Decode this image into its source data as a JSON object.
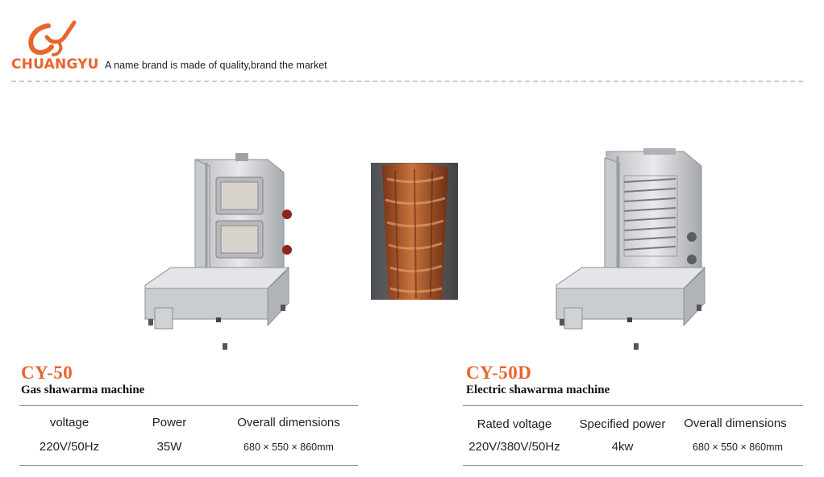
{
  "header": {
    "brand_name": "CHUANGYU",
    "tagline": "A name brand is made of quality,brand the market",
    "logo_icon": "chuangyu-logo-icon",
    "accent_color": "#e8652d"
  },
  "products": [
    {
      "model": "CY-50",
      "description": "Gas shawarma machine",
      "headers": [
        "voltage",
        "Power",
        "Overall dimensions"
      ],
      "values": [
        "220V/50Hz",
        "35W",
        "680 × 550 × 860mm"
      ]
    },
    {
      "model": "CY-50D",
      "description": "Electric shawarma machine",
      "headers": [
        "Rated voltage",
        "Specified power",
        "Overall dimensions"
      ],
      "values": [
        "220V/380V/50Hz",
        "4kw",
        "680 × 550 × 860mm"
      ]
    }
  ]
}
